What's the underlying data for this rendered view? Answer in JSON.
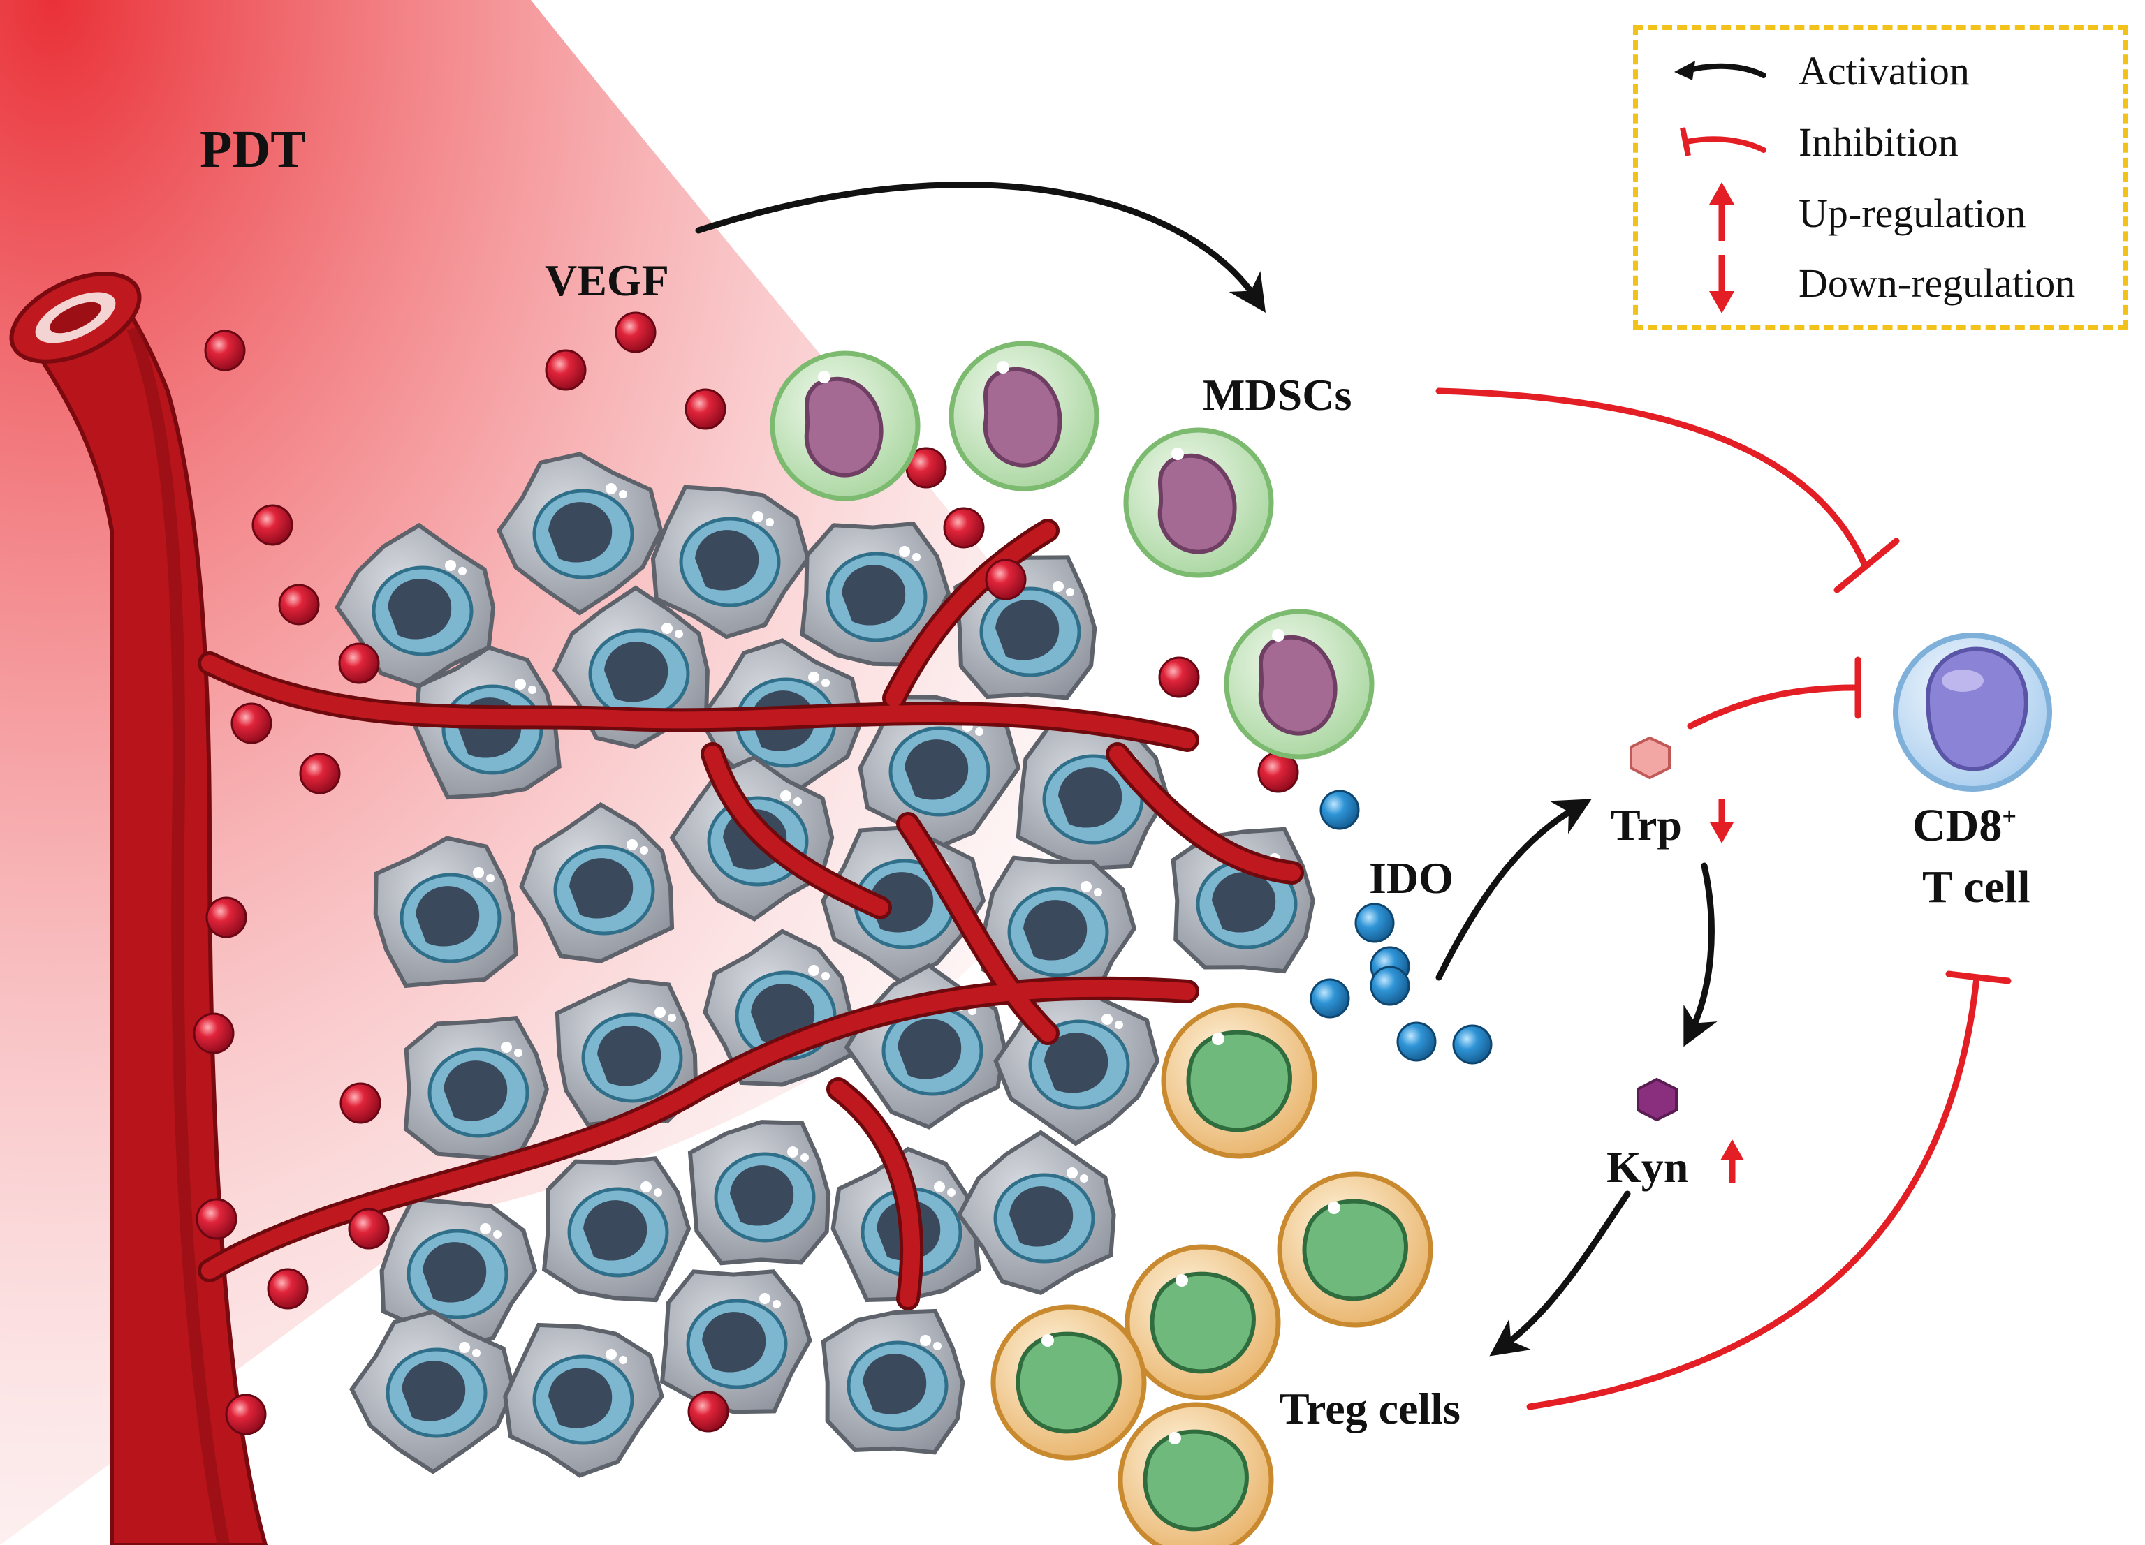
{
  "labels": {
    "pdt": "PDT",
    "vegf": "VEGF",
    "mdscs": "MDSCs",
    "ido": "IDO",
    "trp": "Trp",
    "kyn": "Kyn",
    "treg": "Treg cells",
    "cd8_main": "CD8",
    "cd8_sup": "+",
    "tcell": "T cell"
  },
  "legend": {
    "items": [
      {
        "label": "Activation",
        "symbol": "black-arrow-icon"
      },
      {
        "label": "Inhibition",
        "symbol": "red-inhibition-icon"
      },
      {
        "label": "Up-regulation",
        "symbol": "red-up-arrow-icon"
      },
      {
        "label": "Down-regulation",
        "symbol": "red-down-arrow-icon"
      }
    ]
  },
  "colors": {
    "activation": "#111111",
    "inhibition": "#e31e24",
    "vessel": "#b7141b",
    "vessel_dark": "#8e0d12",
    "light_beam": "#e8262d",
    "tumor_cell": "#a9adb6",
    "tumor_nucleus": "#3a4a5c",
    "vegf_dot": "#c8102e",
    "ido_dot": "#2f8fd0",
    "mdsc_outer": "#cfe9c8",
    "mdsc_nucleus": "#a46a94",
    "treg_outer": "#f2c98a",
    "treg_nucleus": "#5fae6e",
    "tcell_outer": "#cfe3f5",
    "tcell_nucleus": "#8a83d6",
    "legend_border": "#f2c21b"
  }
}
